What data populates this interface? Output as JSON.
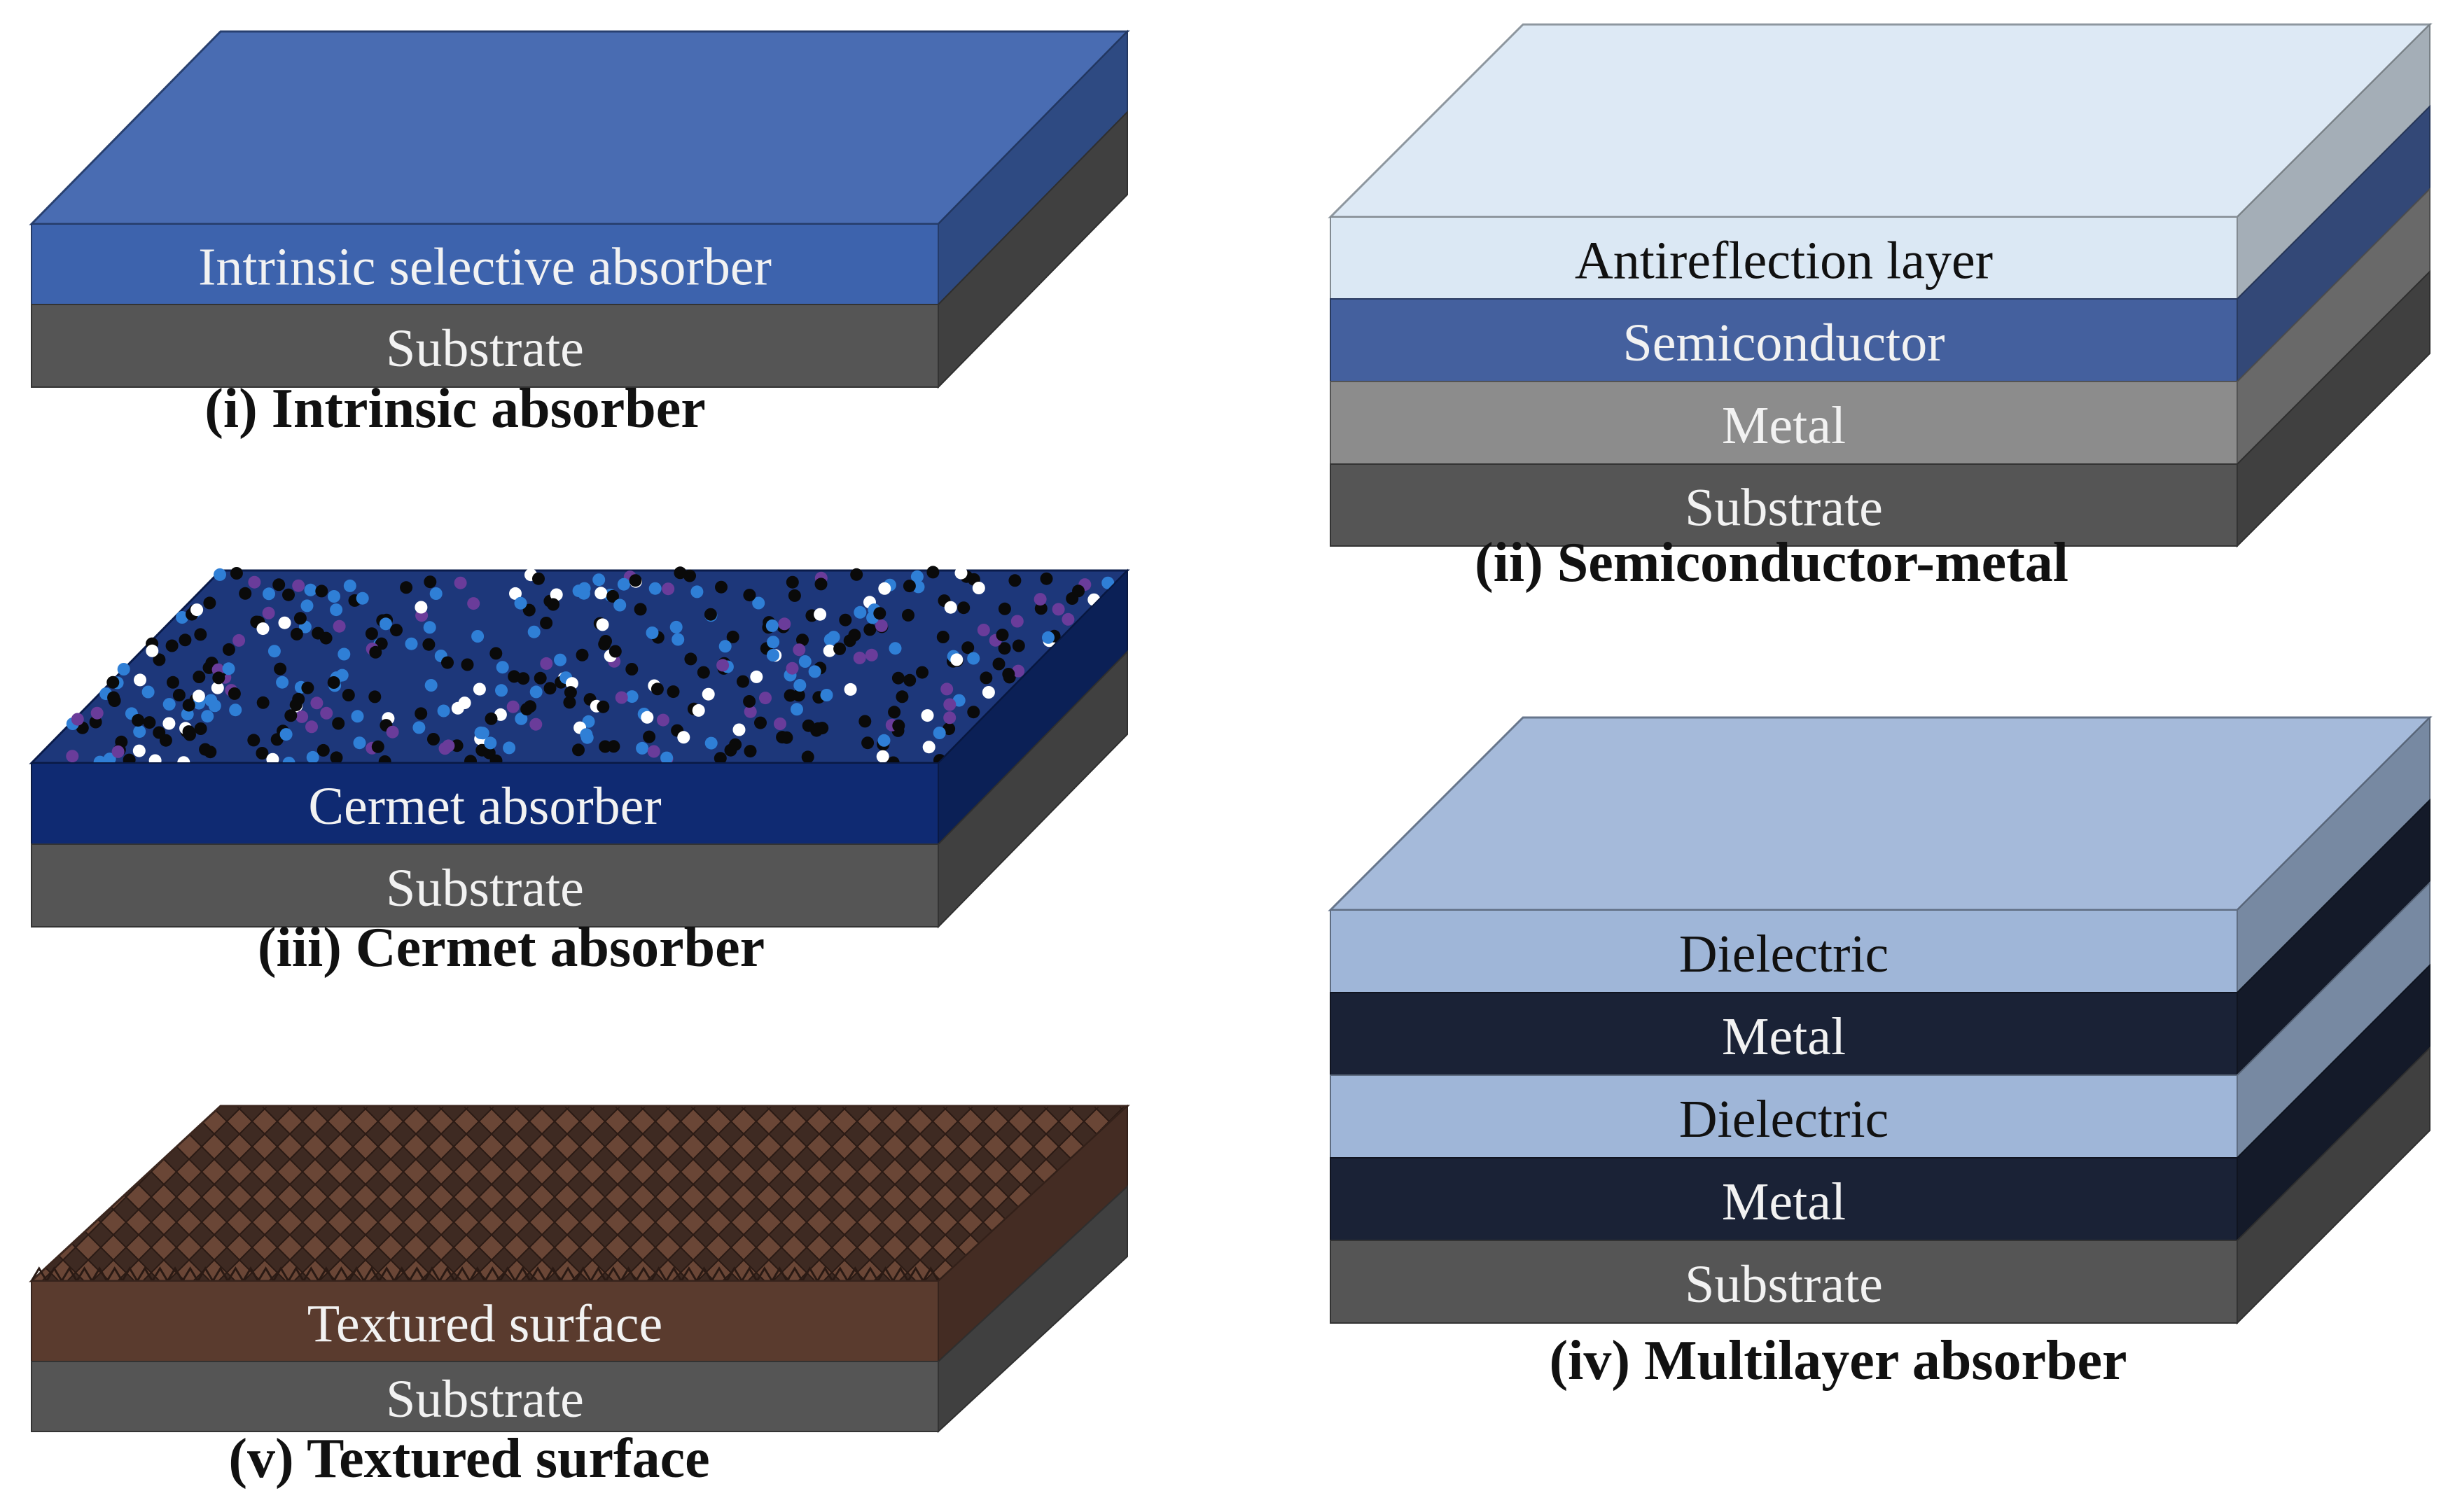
{
  "panels": {
    "intrinsic": {
      "caption_number": "(i)",
      "caption_title": "Intrinsic absorber",
      "layers": [
        {
          "label": "Intrinsic selective absorber",
          "color": "#3d63ad"
        },
        {
          "label": "Substrate",
          "color": "#555555"
        }
      ]
    },
    "semiconductor_metal": {
      "caption_number": "(ii)",
      "caption_title": "Semiconductor-metal",
      "layers": [
        {
          "label": "Antireflection layer",
          "color": "#dbe8f4"
        },
        {
          "label": "Semiconductor",
          "color": "#44609e"
        },
        {
          "label": "Metal",
          "color": "#8c8c8c"
        },
        {
          "label": "Substrate",
          "color": "#555555"
        }
      ]
    },
    "cermet": {
      "caption_number": "(iii)",
      "caption_title": "Cermet absorber",
      "layers": [
        {
          "label": "Cermet absorber",
          "color": "#0f2a72"
        },
        {
          "label": "Substrate",
          "color": "#555555"
        }
      ]
    },
    "multilayer": {
      "caption_number": "(iv)",
      "caption_title": "Multilayer absorber",
      "layers": [
        {
          "label": "Dielectric",
          "color": "#9fb6d8"
        },
        {
          "label": "Metal",
          "color": "#1a2236"
        },
        {
          "label": "Dielectric",
          "color": "#9fb6d8"
        },
        {
          "label": "Metal",
          "color": "#1a2236"
        },
        {
          "label": "Substrate",
          "color": "#555555"
        }
      ]
    },
    "textured": {
      "caption_number": "(v)",
      "caption_title": "Textured surface",
      "layers": [
        {
          "label": "Textured surface",
          "color": "#5a3b2e"
        },
        {
          "label": "Substrate",
          "color": "#555555"
        }
      ]
    }
  }
}
